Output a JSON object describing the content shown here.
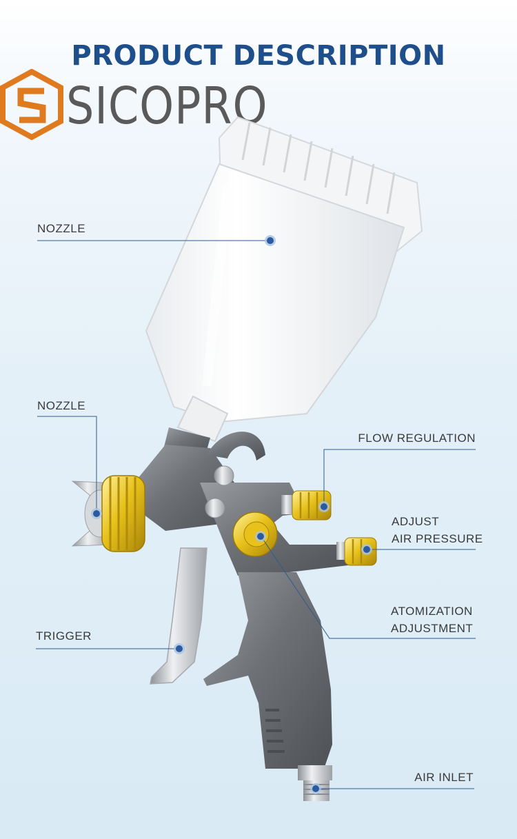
{
  "title": "PRODUCT DESCRIPTION",
  "brand": {
    "name": "SICOPRO",
    "logo_color": "#e07a1f",
    "text_color": "#5a5a5a"
  },
  "labels": {
    "cup": "NOZZLE",
    "nozzle": "NOZZLE",
    "flow_regulation": "FLOW REGULATION",
    "air_pressure_line1": "ADJUST",
    "air_pressure_line2": "AIR PRESSURE",
    "atomization_line1": "ATOMIZATION",
    "atomization_line2": "ADJUSTMENT",
    "trigger": "TRIGGER",
    "air_inlet": "AIR INLET"
  },
  "colors": {
    "title": "#1f4f8a",
    "callout_line": "#2e5c8c",
    "callout_dot": "#2b5aa0",
    "knob_gold": "#e8c21a",
    "body_gray": "#707378"
  }
}
